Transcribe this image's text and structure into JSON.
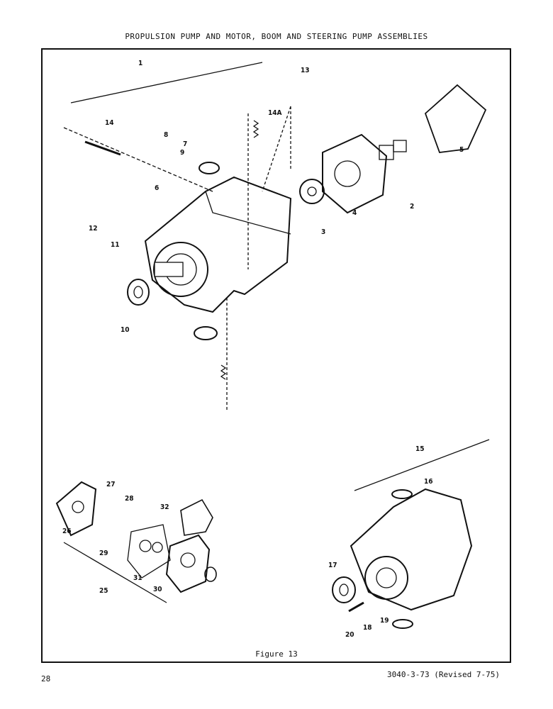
{
  "header": "PROPULSION PUMP AND MOTOR, BOOM AND STEERING PUMP ASSEMBLIES",
  "figure_caption": "Figure 13",
  "page_number": "28",
  "doc_id": "3040-3-73 (Revised 7-75)",
  "callouts": [
    "1",
    "2",
    "3",
    "4",
    "5",
    "6",
    "7",
    "8",
    "9",
    "10",
    "11",
    "12",
    "13",
    "14",
    "14A",
    "15",
    "16",
    "17",
    "18",
    "19",
    "20",
    "25",
    "26",
    "27",
    "28",
    "29",
    "30",
    "31",
    "32"
  ]
}
